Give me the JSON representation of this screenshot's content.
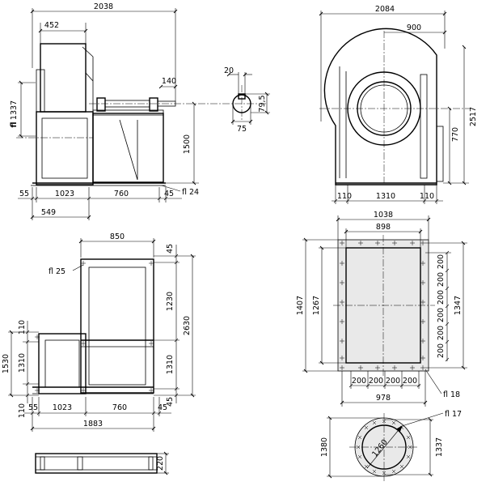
{
  "view_side": {
    "overall_width": "2038",
    "motor_width": "452",
    "shaft_end": "140",
    "inlet_height": "1337",
    "flange_prefix": "fl",
    "shaft_height": "1500",
    "base_left": "55",
    "base_frame": "1023",
    "base_motor": "760",
    "base_right": "45",
    "base_hole": "fl 24",
    "frame_length": "549"
  },
  "view_key": {
    "key_width": "20",
    "key_depth": "79,5",
    "shaft_dia": "75"
  },
  "view_front": {
    "overall_width": "2084",
    "outlet_offset": "900",
    "overall_height": "2517",
    "outlet_height": "770",
    "base_left": "110",
    "base_mid": "1310",
    "base_right": "110"
  },
  "view_outlet_flange": {
    "outer_width": "1038",
    "inner_width": "898",
    "outer_height": "1407",
    "inner_height": "1267",
    "hole_height": "1347",
    "right_pitch": [
      "200",
      "200",
      "200",
      "200",
      "200",
      "200"
    ],
    "bottom_pitch": [
      "200",
      "200",
      "200",
      "200"
    ],
    "hole_span": "978",
    "hole_dia": "fl 18"
  },
  "view_plan": {
    "width_top": "850",
    "hole_dia": "fl 25",
    "right_45_top": "45",
    "right_1230": "1230",
    "right_1310": "1310",
    "right_45_bot": "45",
    "right_total": "2630",
    "left_110_top": "110",
    "left_1310": "1310",
    "left_1530": "1530",
    "left_110_bot": "110",
    "bot_55": "55",
    "bot_1023": "1023",
    "bot_760": "760",
    "bot_45": "45",
    "total_1883": "1883"
  },
  "view_base_elev": {
    "height": "220"
  },
  "view_inlet_flange": {
    "hole_dia": "fl 17",
    "pcd": "1260",
    "outer_dia": "1380",
    "inner_dia": "1337"
  }
}
